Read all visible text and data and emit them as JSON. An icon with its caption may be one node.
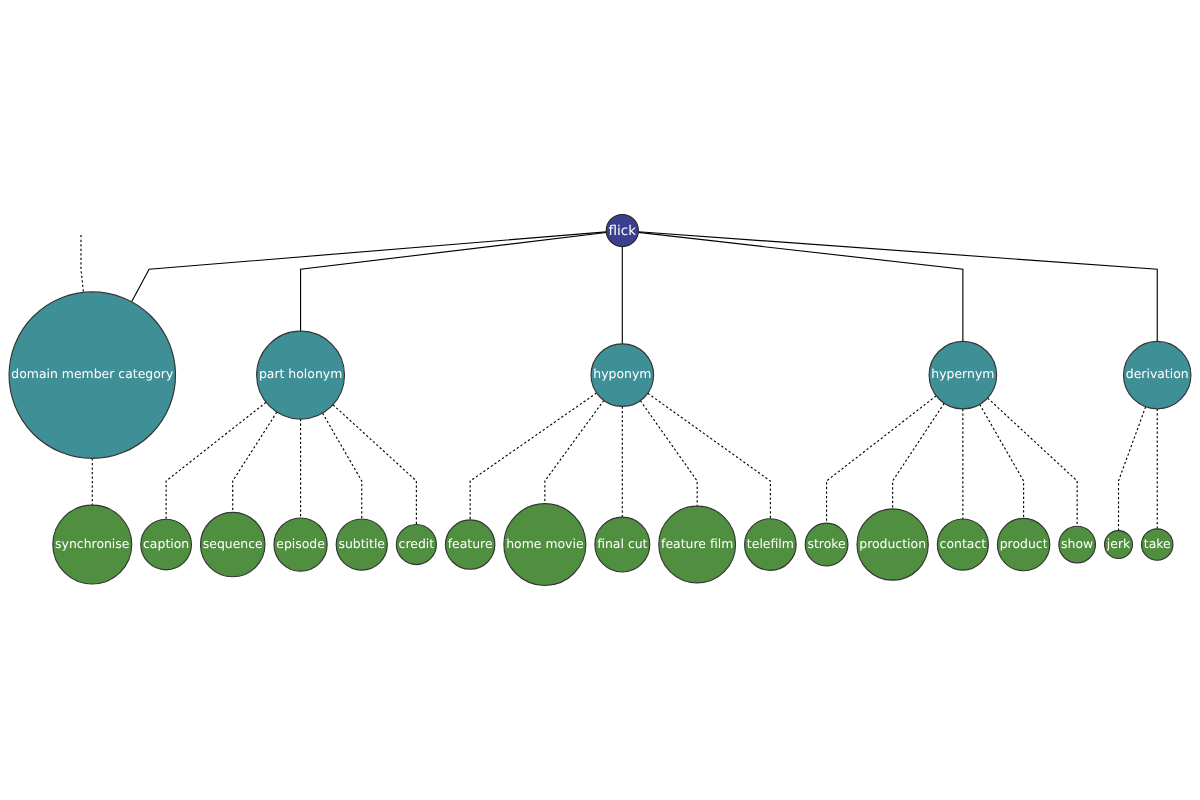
{
  "diagram": {
    "nodes": [
      {
        "text": [
          "domain member category"
        ]
      },
      {
        "text": [
          "synchronise"
        ]
      },
      {
        "text": [
          "sequence"
        ]
      },
      {
        "text": [
          "caption"
        ]
      },
      {
        "text": [
          "feature"
        ]
      },
      {
        "text": [
          "episode"
        ]
      },
      {
        "text": [
          "home movie"
        ]
      },
      {
        "text": [
          "final cut"
        ]
      },
      {
        "text": [
          "part holonym"
        ]
      },
      {
        "text": [
          "hyponym"
        ]
      },
      {
        "text": [
          "subtitle"
        ]
      },
      {
        "text": [
          "feature film"
        ]
      },
      {
        "text": [
          "flick"
        ]
      },
      {
        "text": [
          "telefilm"
        ]
      },
      {
        "text": [
          "credit"
        ]
      },
      {
        "text": [
          "stroke"
        ]
      },
      {
        "text": [
          "production"
        ]
      },
      {
        "text": [
          "derivation"
        ]
      },
      {
        "text": [
          "hypernym"
        ]
      },
      {
        "text": [
          "contact"
        ]
      },
      {
        "text": [
          "jerk"
        ]
      },
      {
        "text": [
          "product"
        ]
      },
      {
        "text": [
          "take"
        ]
      },
      {
        "text": [
          "show"
        ]
      }
    ],
    "edges": [
      {
        "from": 12,
        "to": 0,
        "arrow": "none"
      },
      {
        "from": 12,
        "to": 8,
        "arrow": "none"
      },
      {
        "from": 12,
        "to": 9,
        "arrow": "none"
      },
      {
        "from": 12,
        "to": 18,
        "arrow": "none"
      },
      {
        "from": 12,
        "to": 17,
        "arrow": "none"
      },
      {
        "from": 0,
        "to": 1,
        "arrow": "none",
        "style": "dashed"
      },
      {
        "from": 0,
        "to": null,
        "arrow": "none",
        "style": "dashed"
      },
      {
        "from": 8,
        "to": 3,
        "arrow": "none",
        "style": "dashed"
      },
      {
        "from": 8,
        "to": 2,
        "arrow": "none",
        "style": "dashed"
      },
      {
        "from": 8,
        "to": 5,
        "arrow": "none",
        "style": "dashed"
      },
      {
        "from": 8,
        "to": 10,
        "arrow": "none",
        "style": "dashed"
      },
      {
        "from": 8,
        "to": 14,
        "arrow": "none",
        "style": "dashed"
      },
      {
        "from": 9,
        "to": 4,
        "arrow": "none",
        "style": "dashed"
      },
      {
        "from": 9,
        "to": 6,
        "arrow": "none",
        "style": "dashed"
      },
      {
        "from": 9,
        "to": 7,
        "arrow": "none",
        "style": "dashed"
      },
      {
        "from": 9,
        "to": 11,
        "arrow": "none",
        "style": "dashed"
      },
      {
        "from": 9,
        "to": 13,
        "arrow": "none",
        "style": "dashed"
      },
      {
        "from": 18,
        "to": 15,
        "arrow": "none",
        "style": "dashed"
      },
      {
        "from": 18,
        "to": 16,
        "arrow": "none",
        "style": "dashed"
      },
      {
        "from": 18,
        "to": 19,
        "arrow": "none",
        "style": "dashed"
      },
      {
        "from": 18,
        "to": 21,
        "arrow": "none",
        "style": "dashed"
      },
      {
        "from": 18,
        "to": 23,
        "arrow": "none",
        "style": "dashed"
      },
      {
        "from": 17,
        "to": 20,
        "arrow": "none",
        "style": "dashed"
      },
      {
        "from": 17,
        "to": 22,
        "arrow": "none",
        "style": "dashed"
      }
    ]
  }
}
